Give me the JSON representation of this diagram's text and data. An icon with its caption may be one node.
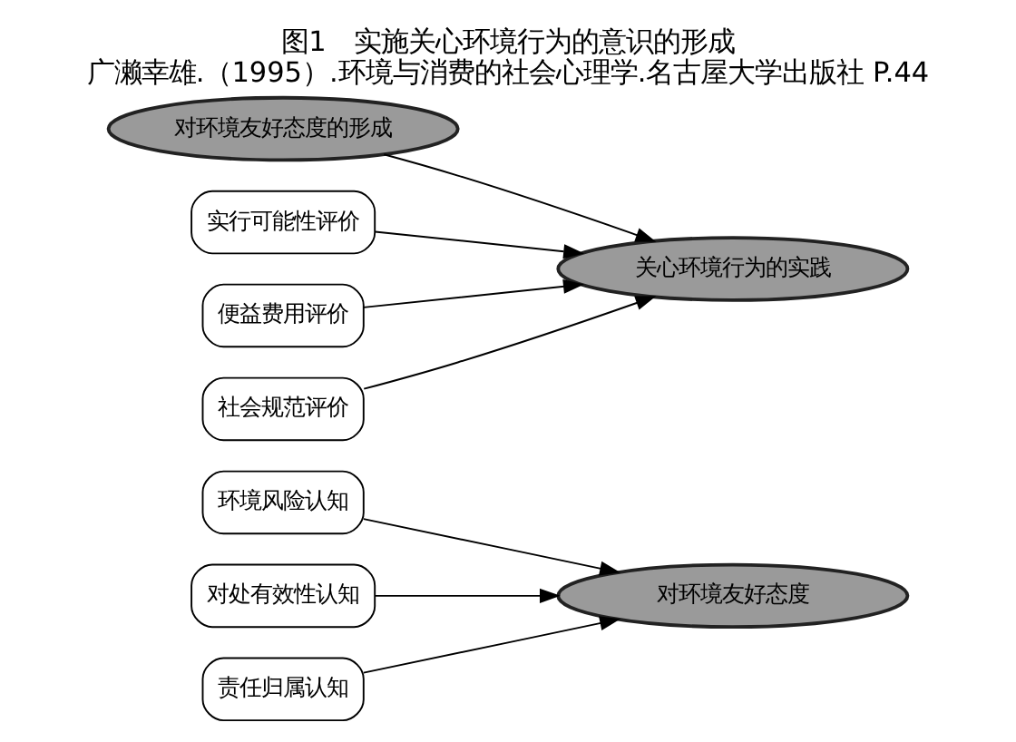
{
  "diagram": {
    "title": "图1　实施关心环境行为的意识的形成",
    "caption": "广濑幸雄.（1995）.环境与消费的社会心理学.名古屋大学出版社 P.44",
    "nodes": [
      {
        "text": [
          "环境风险认知"
        ]
      },
      {
        "text": [
          "对处有效性认知"
        ]
      },
      {
        "text": [
          "责任归属认知"
        ]
      },
      {
        "text": [
          "对环境友好态度"
        ]
      },
      {
        "text": [
          "对环境友好态度的形成"
        ]
      },
      {
        "text": [
          "实行可能性评价"
        ]
      },
      {
        "text": [
          "便益费用评价"
        ]
      },
      {
        "text": [
          "社会规范评价"
        ]
      },
      {
        "text": [
          "关心环境行为的实践"
        ]
      }
    ],
    "edges": [
      {
        "from": 0,
        "to": 3,
        "arrow": "to"
      },
      {
        "from": 1,
        "to": 3,
        "arrow": "to"
      },
      {
        "from": 2,
        "to": 3,
        "arrow": "to"
      },
      {
        "from": 4,
        "to": 8,
        "arrow": "to"
      },
      {
        "from": 5,
        "to": 8,
        "arrow": "to"
      },
      {
        "from": 6,
        "to": 8,
        "arrow": "to"
      },
      {
        "from": 7,
        "to": 8,
        "arrow": "to"
      }
    ]
  }
}
